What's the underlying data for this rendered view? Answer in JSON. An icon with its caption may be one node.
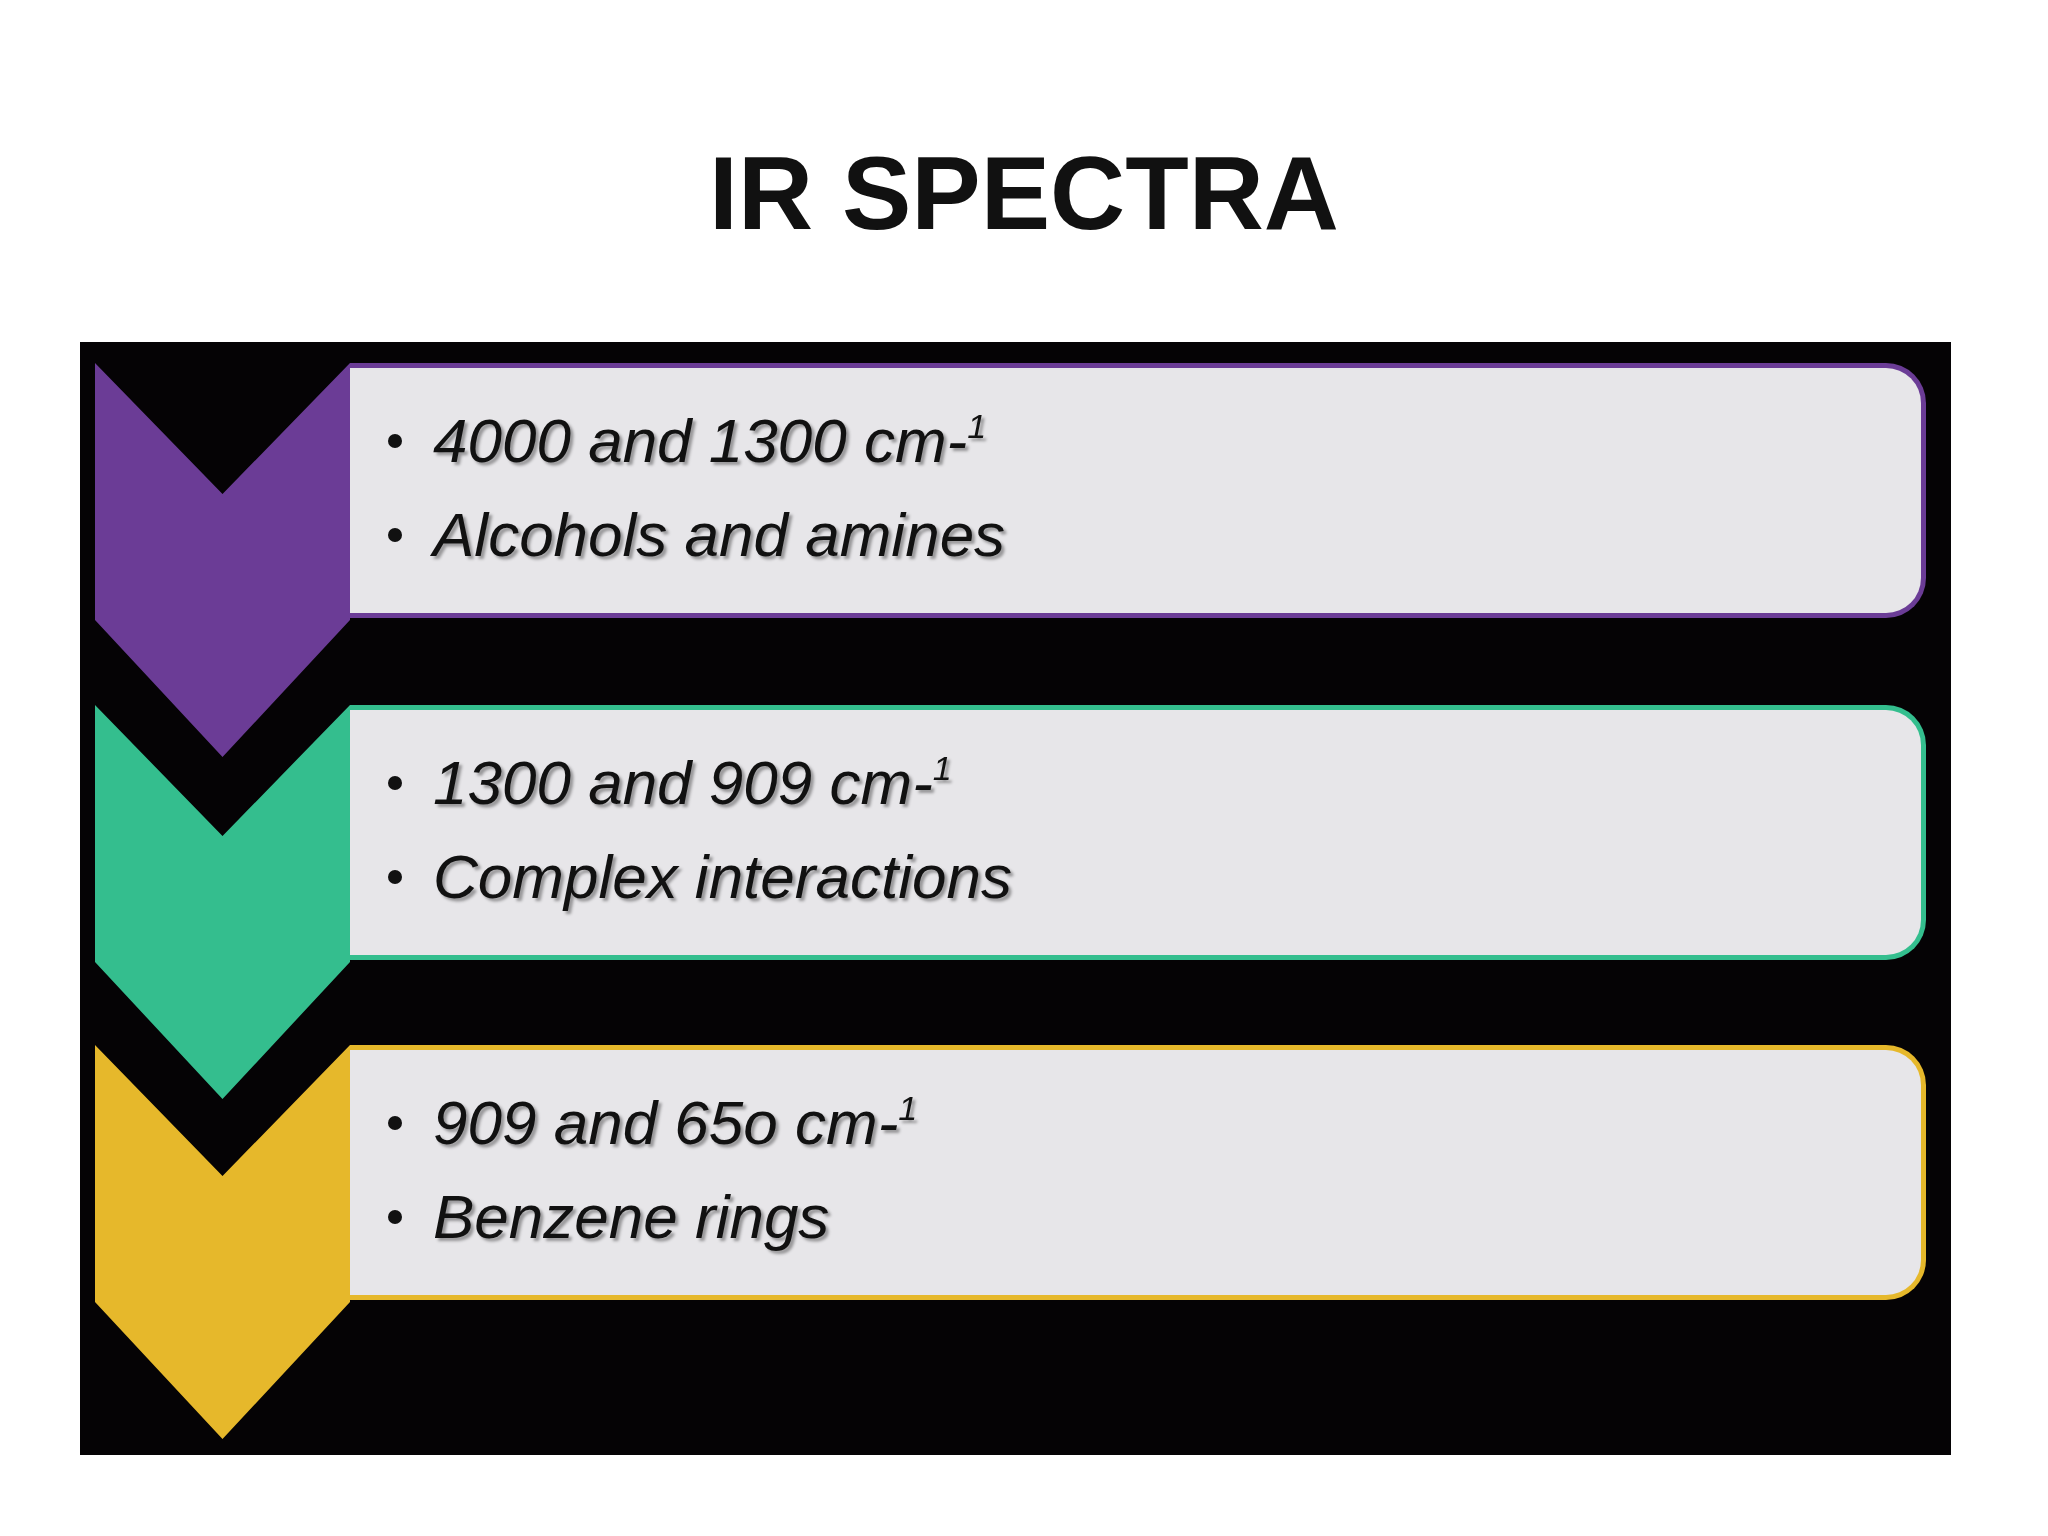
{
  "diagram": {
    "title": "IR SPECTRA",
    "nodes": [
      {
        "text": [
          "4000 and 1300 cm-$^{1}$",
          "Alcohols and amines"
        ]
      },
      {
        "text": [
          "1300 and 909 cm-$^{1}$",
          "Complex interactions"
        ]
      },
      {
        "text": [
          "909 and 65o cm-$^{1}$",
          "Benzene rings"
        ]
      }
    ]
  }
}
